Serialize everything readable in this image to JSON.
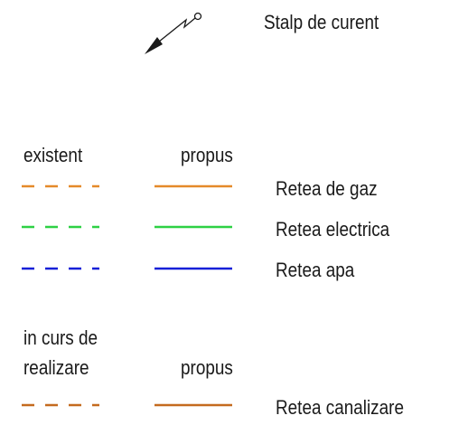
{
  "pole": {
    "icon": "power-pole-lightning-icon",
    "label": "Stalp de curent"
  },
  "headers": {
    "existing": "existent",
    "proposed": "propus",
    "in_progress": [
      "in curs de",
      "realizare"
    ],
    "proposed_2": "propus"
  },
  "networks": [
    {
      "label": "Retea de gaz",
      "color": "#e58a2a",
      "existing_style": "dashed",
      "proposed_style": "solid"
    },
    {
      "label": "Retea electrica",
      "color": "#2ed144",
      "existing_style": "dashed",
      "proposed_style": "solid"
    },
    {
      "label": "Retea apa",
      "color": "#1520d8",
      "existing_style": "dashed",
      "proposed_style": "solid"
    },
    {
      "label": "Retea canalizare",
      "color": "#c46a1f",
      "existing_style": "dashed",
      "proposed_style": "solid"
    }
  ]
}
